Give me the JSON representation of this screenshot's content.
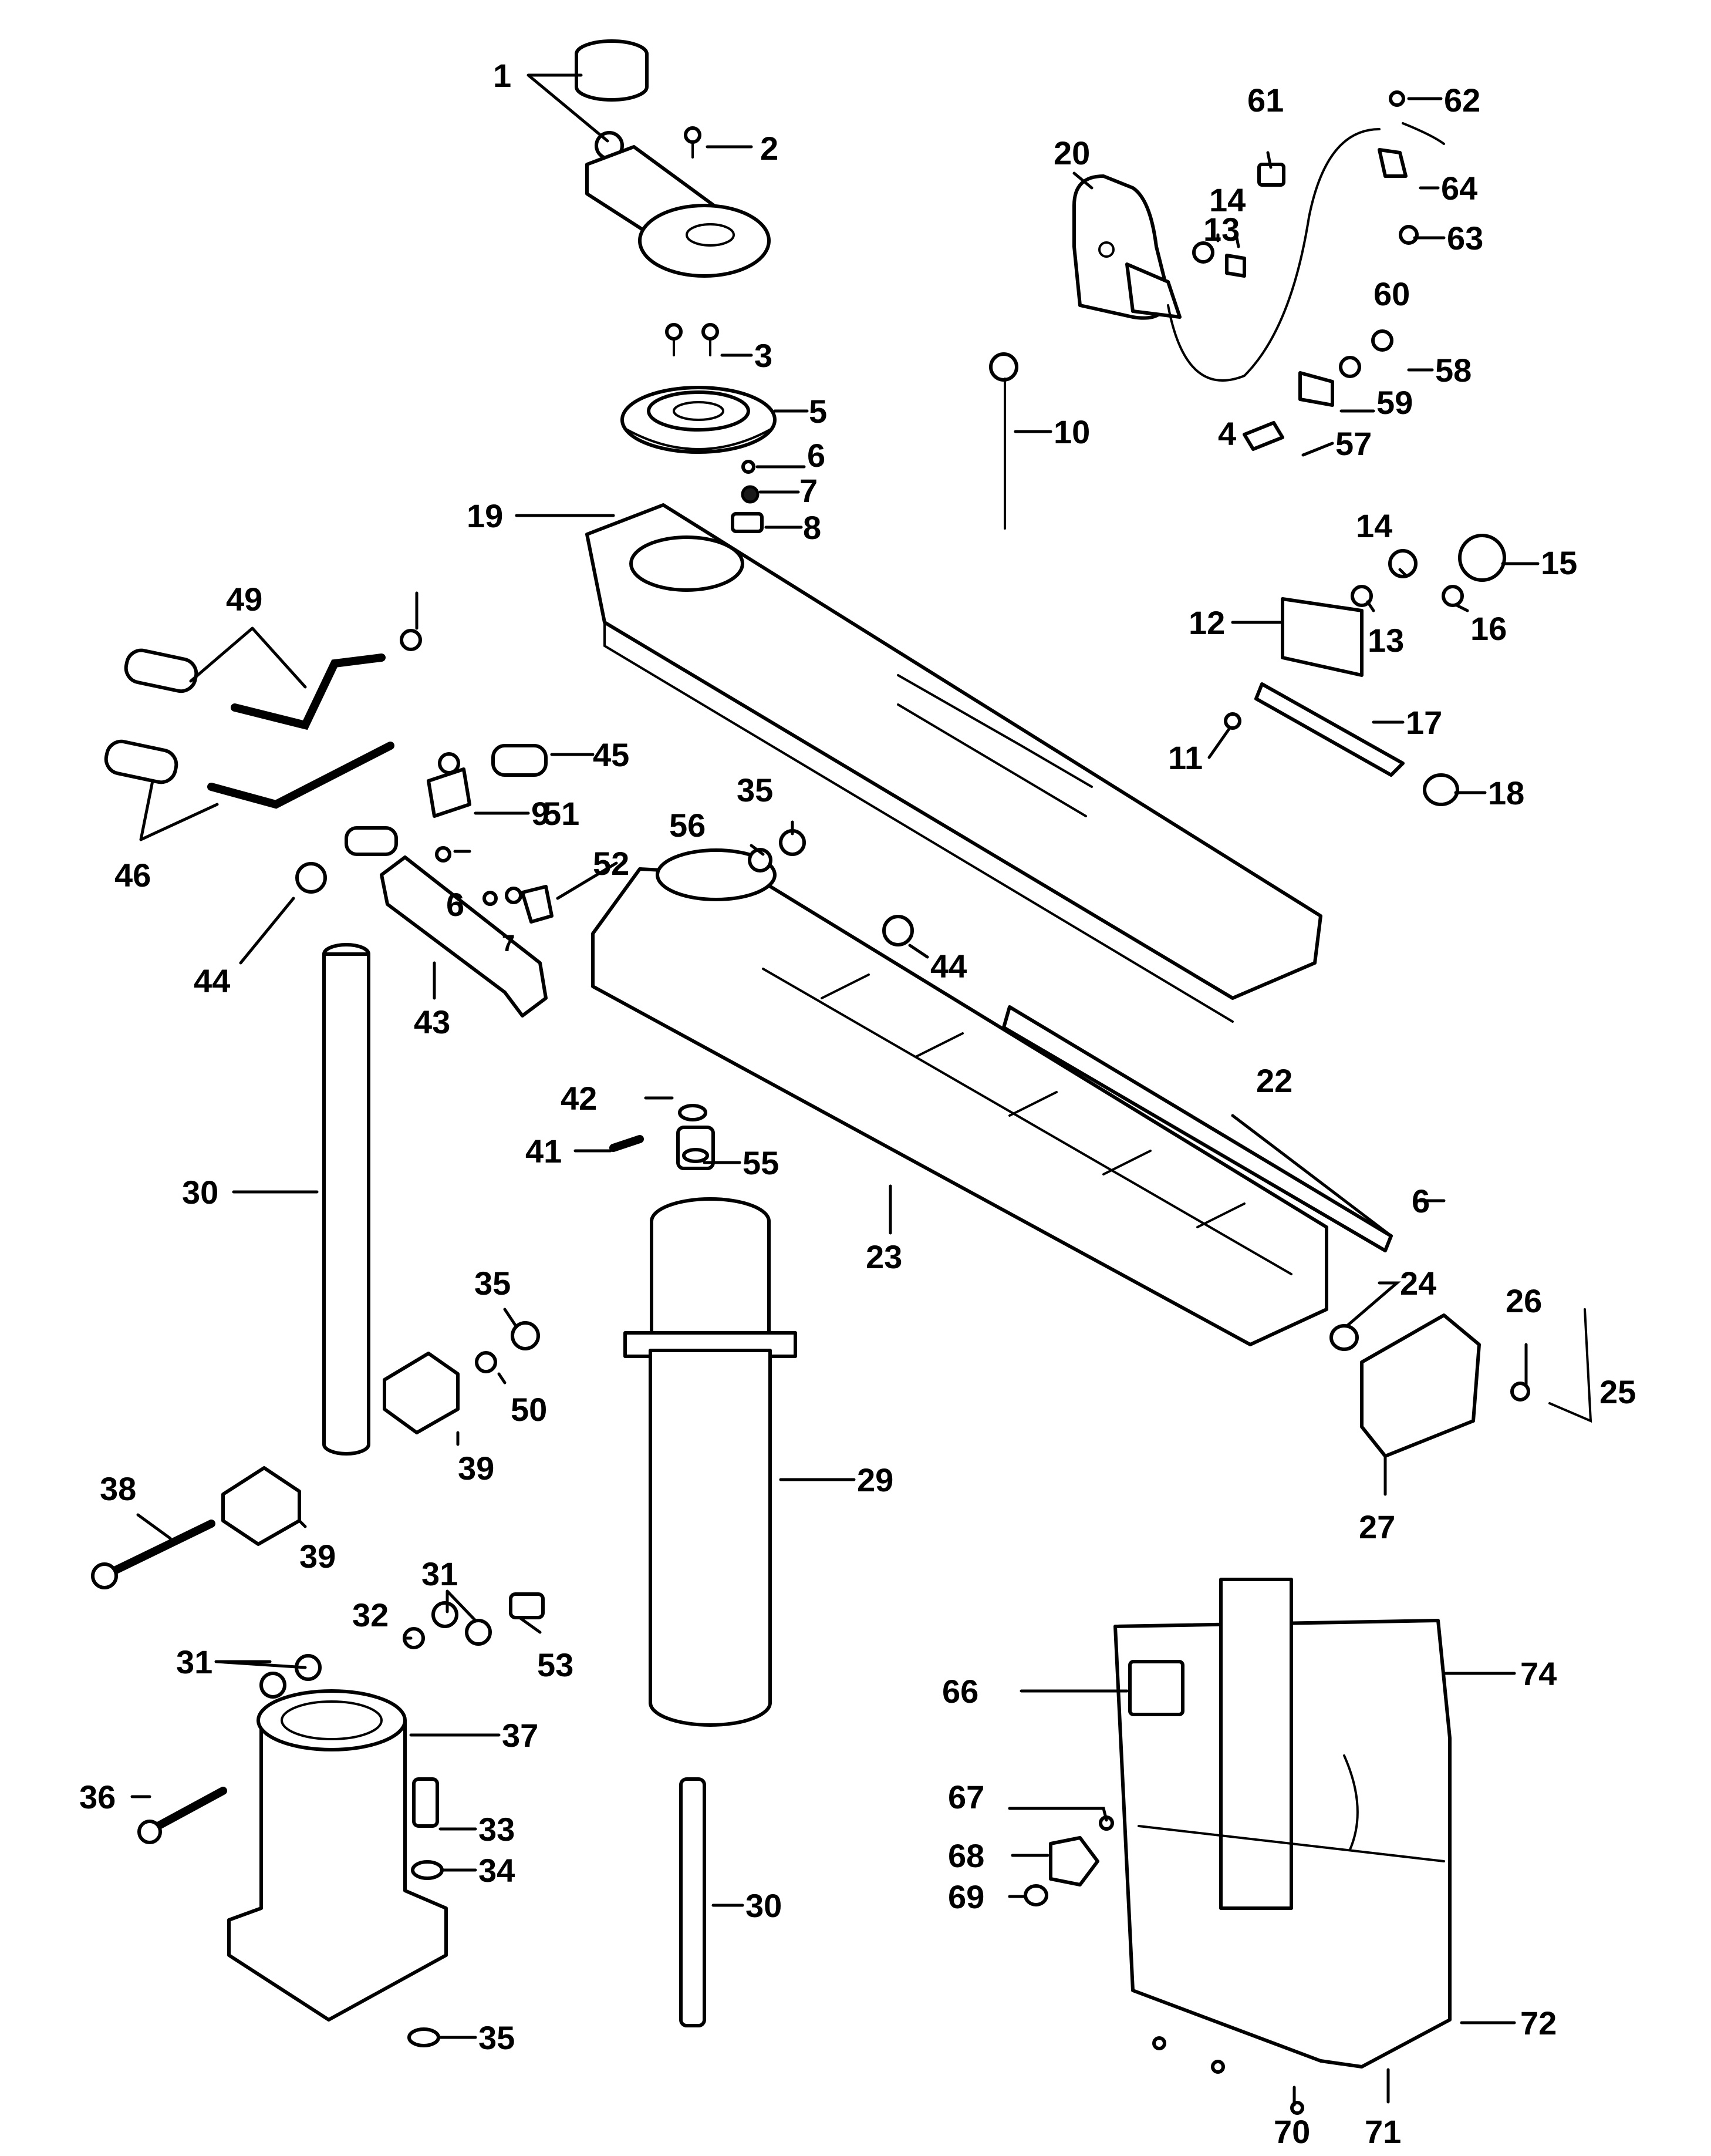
{
  "callouts": [
    "1",
    "2",
    "3",
    "4",
    "5",
    "6",
    "7",
    "8",
    "9",
    "10",
    "11",
    "12",
    "13",
    "14",
    "15",
    "16",
    "17",
    "18",
    "19",
    "20",
    "22",
    "23",
    "24",
    "25",
    "26",
    "27",
    "29",
    "30",
    "31",
    "32",
    "33",
    "34",
    "35",
    "36",
    "37",
    "38",
    "39",
    "41",
    "42",
    "43",
    "44",
    "45",
    "46",
    "49",
    "50",
    "51",
    "52",
    "53",
    "55",
    "56",
    "57",
    "58",
    "59",
    "60",
    "61",
    "62",
    "63",
    "64",
    "66",
    "67",
    "68",
    "69",
    "70",
    "71",
    "72",
    "74"
  ]
}
